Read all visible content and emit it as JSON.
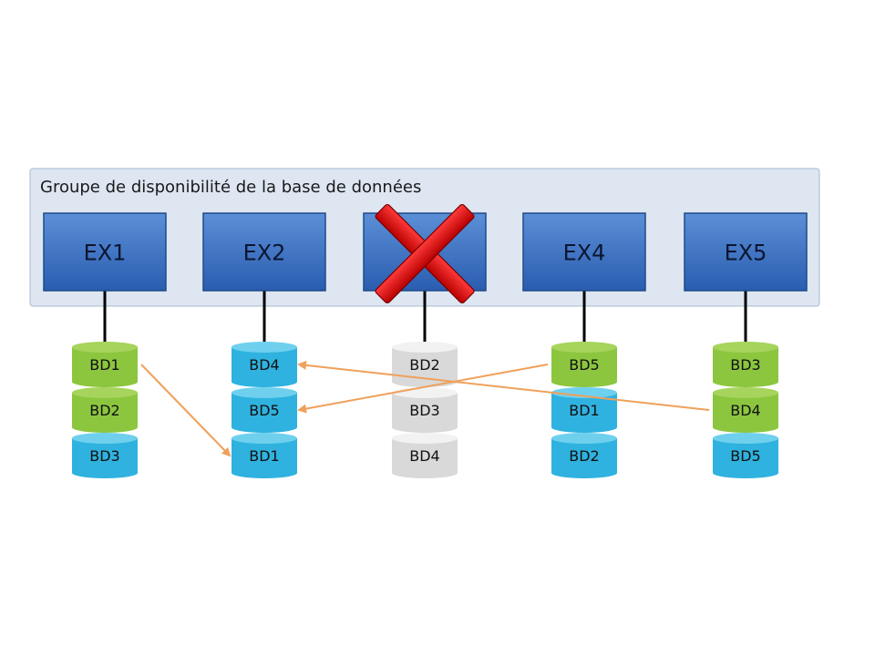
{
  "group": {
    "title": "Groupe de disponibilité de la base de données"
  },
  "servers": [
    {
      "id": "ex1",
      "label": "EX1",
      "failed": false
    },
    {
      "id": "ex2",
      "label": "EX2",
      "failed": false
    },
    {
      "id": "ex3",
      "label": "",
      "failed": true
    },
    {
      "id": "ex4",
      "label": "EX4",
      "failed": false
    },
    {
      "id": "ex5",
      "label": "EX5",
      "failed": false
    }
  ],
  "databases": [
    [
      {
        "label": "BD1",
        "kind": "active"
      },
      {
        "label": "BD2",
        "kind": "active"
      },
      {
        "label": "BD3",
        "kind": "passive"
      }
    ],
    [
      {
        "label": "BD4",
        "kind": "passive"
      },
      {
        "label": "BD5",
        "kind": "passive"
      },
      {
        "label": "BD1",
        "kind": "passive"
      }
    ],
    [
      {
        "label": "BD2",
        "kind": "failed"
      },
      {
        "label": "BD3",
        "kind": "failed"
      },
      {
        "label": "BD4",
        "kind": "failed"
      }
    ],
    [
      {
        "label": "BD5",
        "kind": "active"
      },
      {
        "label": "BD1",
        "kind": "passive"
      },
      {
        "label": "BD2",
        "kind": "passive"
      }
    ],
    [
      {
        "label": "BD3",
        "kind": "active"
      },
      {
        "label": "BD4",
        "kind": "active"
      },
      {
        "label": "BD5",
        "kind": "passive"
      }
    ]
  ],
  "failovers": [
    {
      "from": [
        0,
        0
      ],
      "to": [
        1,
        2
      ]
    },
    {
      "from": [
        3,
        0
      ],
      "to": [
        1,
        1
      ]
    },
    {
      "from": [
        4,
        1
      ],
      "to": [
        1,
        0
      ]
    }
  ],
  "colors": {
    "group_fill": "#dde6f1",
    "group_stroke": "#a9bad2",
    "server_top": "#5b8fd6",
    "server_bottom": "#2a5db0",
    "server_stroke": "#1f4a8a",
    "active_top": "#a6d45c",
    "active_body": "#8cc63f",
    "passive_top": "#6fd0ee",
    "passive_body": "#2fb2df",
    "failed_top": "#f2f2f2",
    "failed_body": "#d9d9d9",
    "arrow": "#f0a05a",
    "cross": "#e00000",
    "connector": "#000000"
  }
}
